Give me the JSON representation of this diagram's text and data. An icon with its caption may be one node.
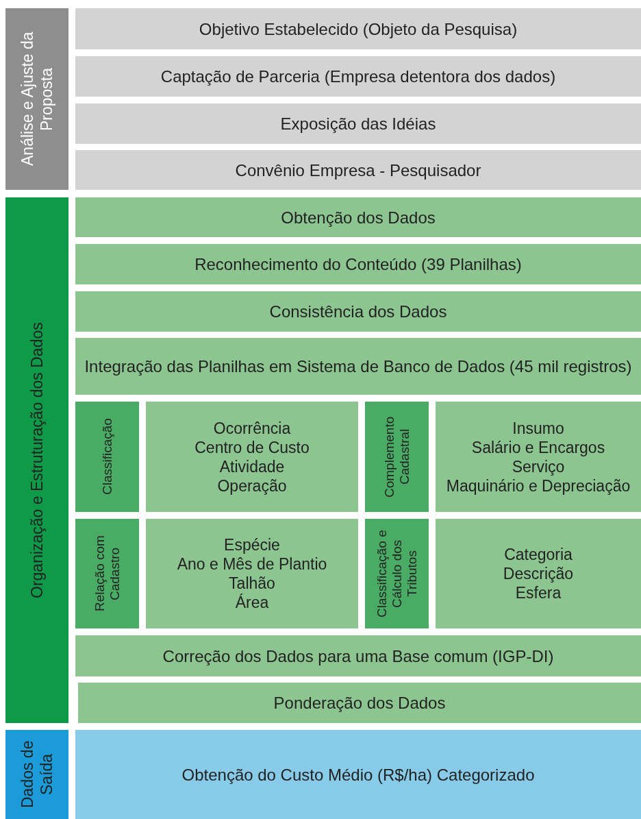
{
  "diagram": {
    "nodes": [
      {
        "text": [
          "Análise e Ajuste da Proposta"
        ]
      },
      {
        "text": [
          "Objetivo Estabelecido (Objeto da Pesquisa)"
        ]
      },
      {
        "text": [
          "Captação de Parceria (Empresa detentora dos dados)"
        ]
      },
      {
        "text": [
          "Exposição das Idéias"
        ]
      },
      {
        "text": [
          "Convênio Empresa - Pesquisador"
        ]
      },
      {
        "text": [
          "Organização e Estruturação dos Dados"
        ]
      },
      {
        "text": [
          "Obtenção dos Dados"
        ]
      },
      {
        "text": [
          "Reconhecimento do Conteúdo (39 Planilhas)"
        ]
      },
      {
        "text": [
          "Consistência dos Dados"
        ]
      },
      {
        "text": [
          "Integração das Planilhas em Sistema de Banco de Dados (45 mil registros)"
        ]
      },
      {
        "text": [
          "Classificação"
        ]
      },
      {
        "text": [
          "Ocorrência",
          "Centro de Custo",
          "Atividade",
          "Operação"
        ]
      },
      {
        "text": [
          "Complemento Cadastral"
        ]
      },
      {
        "text": [
          "Insumo",
          "Salário e Encargos",
          "Serviço",
          "Maquinário e Depreciação"
        ]
      },
      {
        "text": [
          "Relação com Cadastro"
        ]
      },
      {
        "text": [
          "Espécie",
          "Ano e Mês de Plantio",
          "Talhão",
          "Área"
        ]
      },
      {
        "text": [
          "Classificação e Cálculo dos Tributos"
        ]
      },
      {
        "text": [
          "Categoria",
          "Descrição",
          "Esfera"
        ]
      },
      {
        "text": [
          "Correção dos Dados para uma Base comum (IGP-DI)"
        ]
      },
      {
        "text": [
          "Ponderação dos Dados"
        ]
      },
      {
        "text": [
          "Dados de Saída"
        ]
      },
      {
        "text": [
          "Obtenção do Custo Médio (R$/ha) Categorizado"
        ]
      }
    ]
  }
}
